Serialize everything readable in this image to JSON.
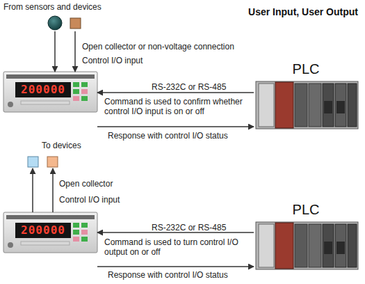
{
  "diagram": {
    "title": "User Input, User Output",
    "nodes": [
      {
        "text": [
          "From sensors and devices"
        ]
      },
      {
        "text": [
          "200000"
        ]
      },
      {
        "text": [
          "PLC"
        ]
      },
      {
        "text": [
          "To devices"
        ]
      },
      {
        "text": [
          "200000"
        ]
      },
      {
        "text": [
          "PLC"
        ]
      }
    ],
    "edges": [
      {
        "from": 0,
        "to": 1,
        "arrow": "to",
        "label": "Open collector or non-voltage connection"
      },
      {
        "from": 2,
        "to": 1,
        "arrow": "to",
        "label": "RS-232C or RS-485"
      },
      {
        "from": 1,
        "to": 2,
        "arrow": "to",
        "label": "Response with control I/O status"
      },
      {
        "from": 4,
        "to": 3,
        "arrow": "to",
        "label": "Open collector"
      },
      {
        "from": 5,
        "to": 4,
        "arrow": "to",
        "label": "RS-232C or RS-485"
      },
      {
        "from": 4,
        "to": 5,
        "arrow": "to",
        "label": "Response with control I/O status"
      }
    ],
    "labels": [
      "Control I/O input",
      "Command is used to confirm whether control I/O input is on or off",
      "Control I/O input",
      "Command is used to turn control I/O output on or off"
    ]
  }
}
